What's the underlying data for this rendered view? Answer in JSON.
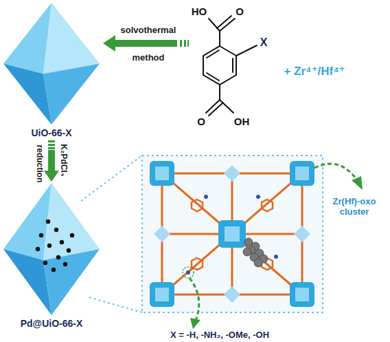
{
  "diagram": {
    "nodes": [
      {
        "text": [
          "UiO-66-X"
        ]
      },
      {
        "text": [
          "Pd@UiO-66-X"
        ]
      }
    ],
    "edges": [
      {
        "from": 0,
        "to": 1,
        "arrow": "to"
      }
    ],
    "labels": [
      "solvothermal",
      "method",
      "HO",
      "O",
      "O",
      "OH",
      "X",
      "+ Zr⁴⁺/Hf⁴⁺",
      "K₂PdCl₄",
      "reduction",
      "Zr(Hf)-oxo cluster",
      "X = -H, -NH₂, -OMe, -OH"
    ]
  }
}
